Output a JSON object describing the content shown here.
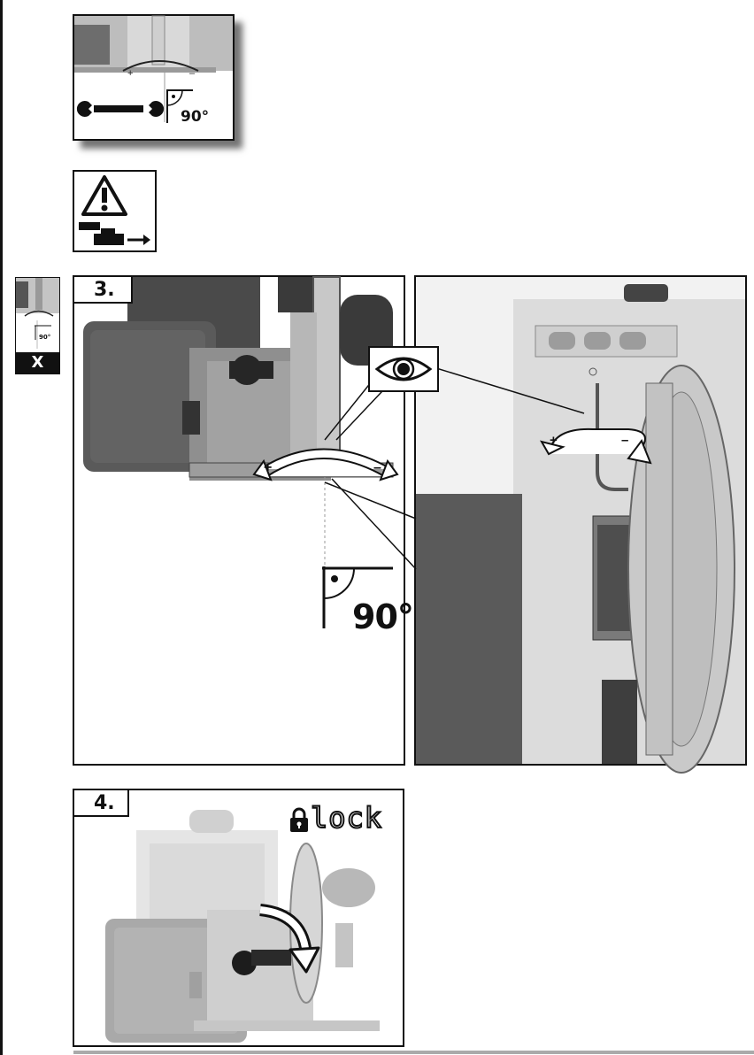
{
  "thumbnail": {
    "angle_label": "90°"
  },
  "side_reference": {
    "angle_label": "90°",
    "label": "X"
  },
  "step3": {
    "label": "3.",
    "angle_label": "90°",
    "plus": "+",
    "minus": "–"
  },
  "step4": {
    "label": "4.",
    "lock_label": "lock"
  }
}
